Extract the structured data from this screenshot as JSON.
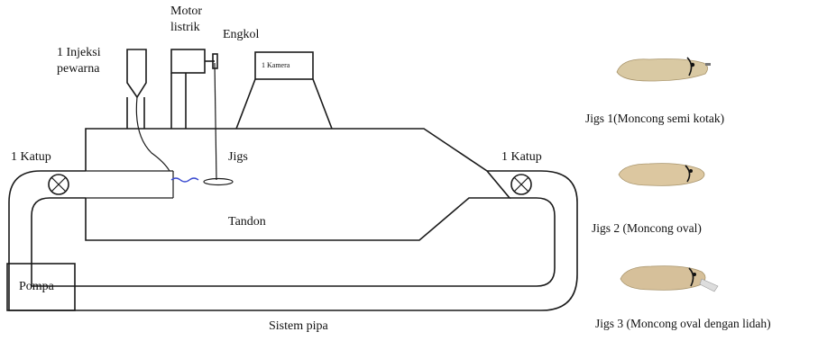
{
  "diagram": {
    "labels": {
      "injection": [
        "1 Injeksi",
        "pewarna"
      ],
      "motor": [
        "Motor",
        "listrik"
      ],
      "crank": "Engkol",
      "camera": "1 Kamera",
      "valve_left": "1 Katup",
      "valve_right": "1 Katup",
      "jigs": "Jigs",
      "tank": "Tandon",
      "pump": "Pompa",
      "pipe_system": "Sistem pipa"
    }
  },
  "samples": [
    {
      "caption": "Jigs 1(Moncong semi kotak)",
      "color": "#d9c9a3"
    },
    {
      "caption": "Jigs 2 (Moncong oval)",
      "color": "#dcc7a0"
    },
    {
      "caption": "Jigs 3 (Moncong oval dengan lidah)",
      "color": "#d6c09a"
    }
  ]
}
